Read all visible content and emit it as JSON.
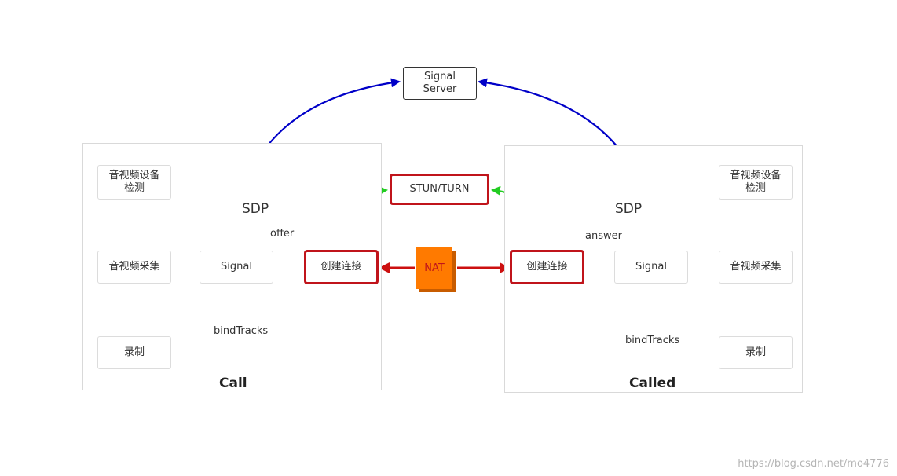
{
  "groups": {
    "call": {
      "title": "Call"
    },
    "called": {
      "title": "Called"
    }
  },
  "nodes": {
    "signal_server": "Signal\nServer",
    "stun_turn": "STUN/TURN",
    "nat": "NAT",
    "call_device_check": "音视频设备\n检测",
    "call_capture": "音视频采集",
    "call_signal": "Signal",
    "call_connect": "创建连接",
    "call_record": "录制",
    "called_device_check": "音视频设备\n检测",
    "called_capture": "音视频采集",
    "called_signal": "Signal",
    "called_connect": "创建连接",
    "called_record": "录制"
  },
  "edge_labels": {
    "sdp_left": "SDP",
    "sdp_right": "SDP",
    "offer": "offer",
    "answer": "answer",
    "bindtracks_left": "bindTracks",
    "bindtracks_right": "bindTracks"
  },
  "colors": {
    "sdp": "#0000c8",
    "stun": "#22cc22",
    "nat": "#cc1010",
    "bindtracks": "#ff8c1a",
    "flow": "#333333"
  },
  "watermark": "https://blog.csdn.net/mo4776"
}
